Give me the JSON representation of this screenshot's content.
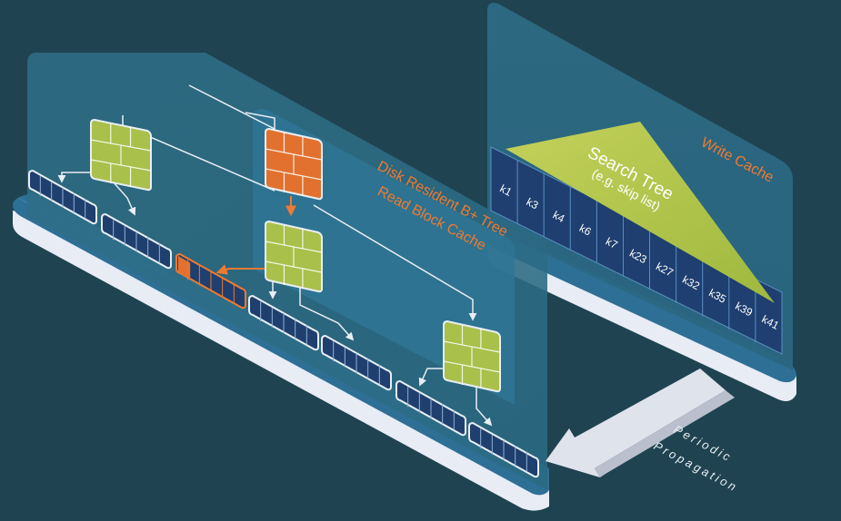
{
  "diagram": {
    "labels": {
      "disk_tree": "Disk Resident B+ Tree",
      "read_cache": "Read Block Cache",
      "write_cache": "Write Cache",
      "search_tree": "Search Tree",
      "search_tree_sub": "(e.g. skip list)",
      "propagation_line1": "Periodic",
      "propagation_line2": "Propagation"
    },
    "keys": [
      "k1",
      "k3",
      "k4",
      "k6",
      "k7",
      "k23",
      "k27",
      "k32",
      "k35",
      "k39",
      "k41"
    ],
    "colors": {
      "background": "#1f4350",
      "panel": "#2b6a85",
      "slab_top": "#2d6d93",
      "slab_side": "#e7ebf5",
      "node_green": "#a9c04a",
      "node_orange": "#e2712f",
      "text_orange": "#ee7a32",
      "triangle_green": "#b2c94d"
    }
  }
}
